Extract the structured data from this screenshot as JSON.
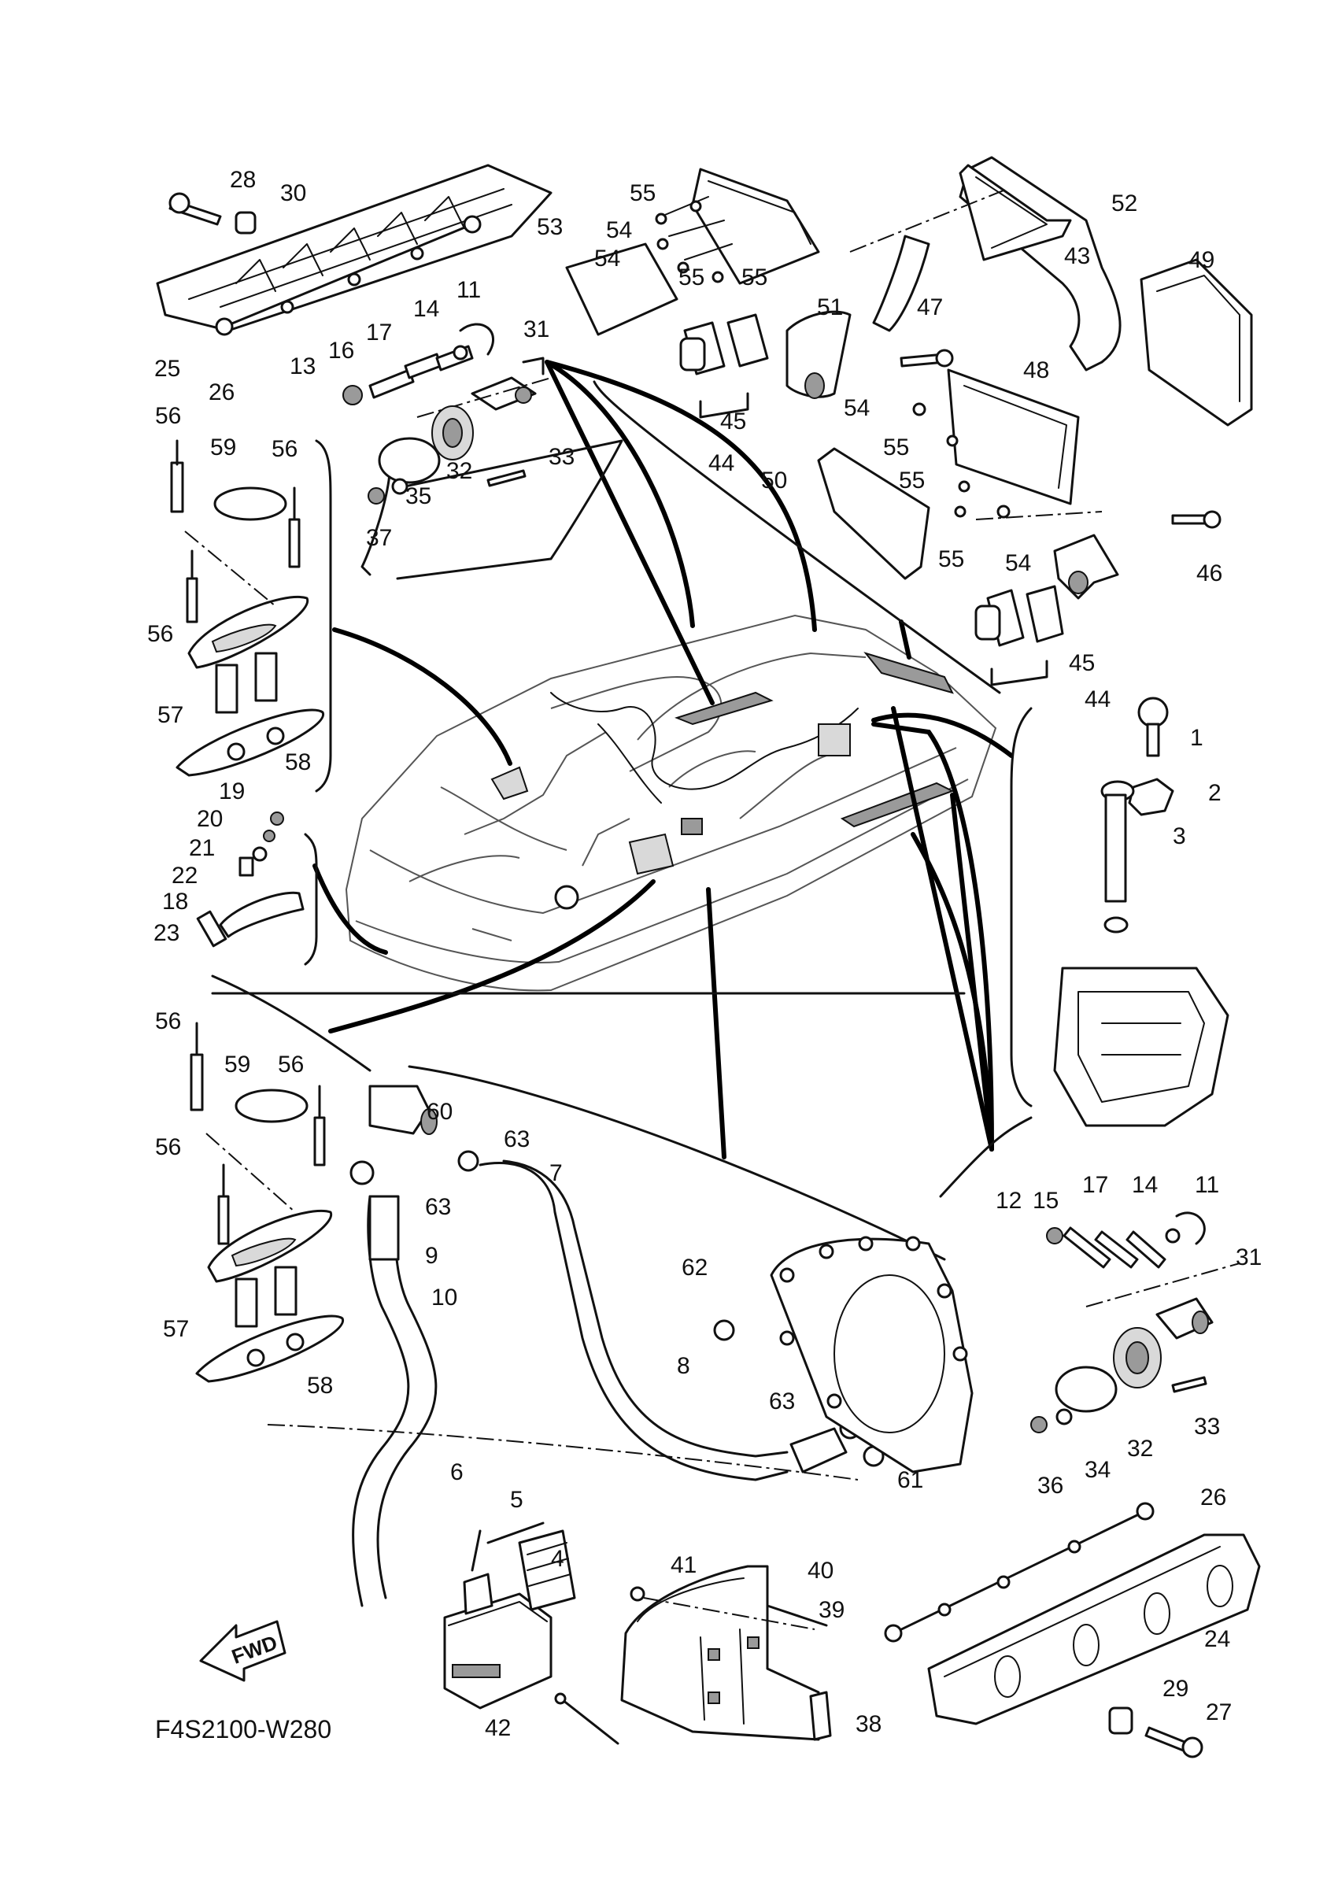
{
  "diagram_code": "F4S2100-W280",
  "fwd_label": "FWD",
  "callouts": {
    "c1": "1",
    "c2": "2",
    "c3": "3",
    "c4": "4",
    "c5": "5",
    "c6": "6",
    "c7": "7",
    "c8": "8",
    "c9": "9",
    "c10": "10",
    "c11a": "11",
    "c11b": "11",
    "c12": "12",
    "c13": "13",
    "c14a": "14",
    "c14b": "14",
    "c15": "15",
    "c16": "16",
    "c17a": "17",
    "c17b": "17",
    "c18": "18",
    "c19": "19",
    "c20": "20",
    "c21": "21",
    "c22": "22",
    "c23": "23",
    "c24": "24",
    "c25": "25",
    "c26a": "26",
    "c26b": "26",
    "c27": "27",
    "c28": "28",
    "c29": "29",
    "c30": "30",
    "c31a": "31",
    "c31b": "31",
    "c32a": "32",
    "c32b": "32",
    "c33a": "33",
    "c33b": "33",
    "c34": "34",
    "c35": "35",
    "c36": "36",
    "c37": "37",
    "c38": "38",
    "c39": "39",
    "c40": "40",
    "c41": "41",
    "c42": "42",
    "c43": "43",
    "c44a": "44",
    "c44b": "44",
    "c45a": "45",
    "c45b": "45",
    "c46": "46",
    "c47": "47",
    "c48": "48",
    "c49": "49",
    "c50": "50",
    "c51": "51",
    "c52": "52",
    "c53": "53",
    "c54a": "54",
    "c54b": "54",
    "c54c": "54",
    "c54d": "54",
    "c55a": "55",
    "c55b": "55",
    "c55c": "55",
    "c55d": "55",
    "c55e": "55",
    "c55f": "55",
    "c56a": "56",
    "c56b": "56",
    "c56c": "56",
    "c56d": "56",
    "c56e": "56",
    "c56f": "56",
    "c57a": "57",
    "c57b": "57",
    "c58a": "58",
    "c58b": "58",
    "c59a": "59",
    "c59b": "59",
    "c60": "60",
    "c61": "61",
    "c62": "62",
    "c63a": "63",
    "c63b": "63",
    "c63c": "63"
  }
}
